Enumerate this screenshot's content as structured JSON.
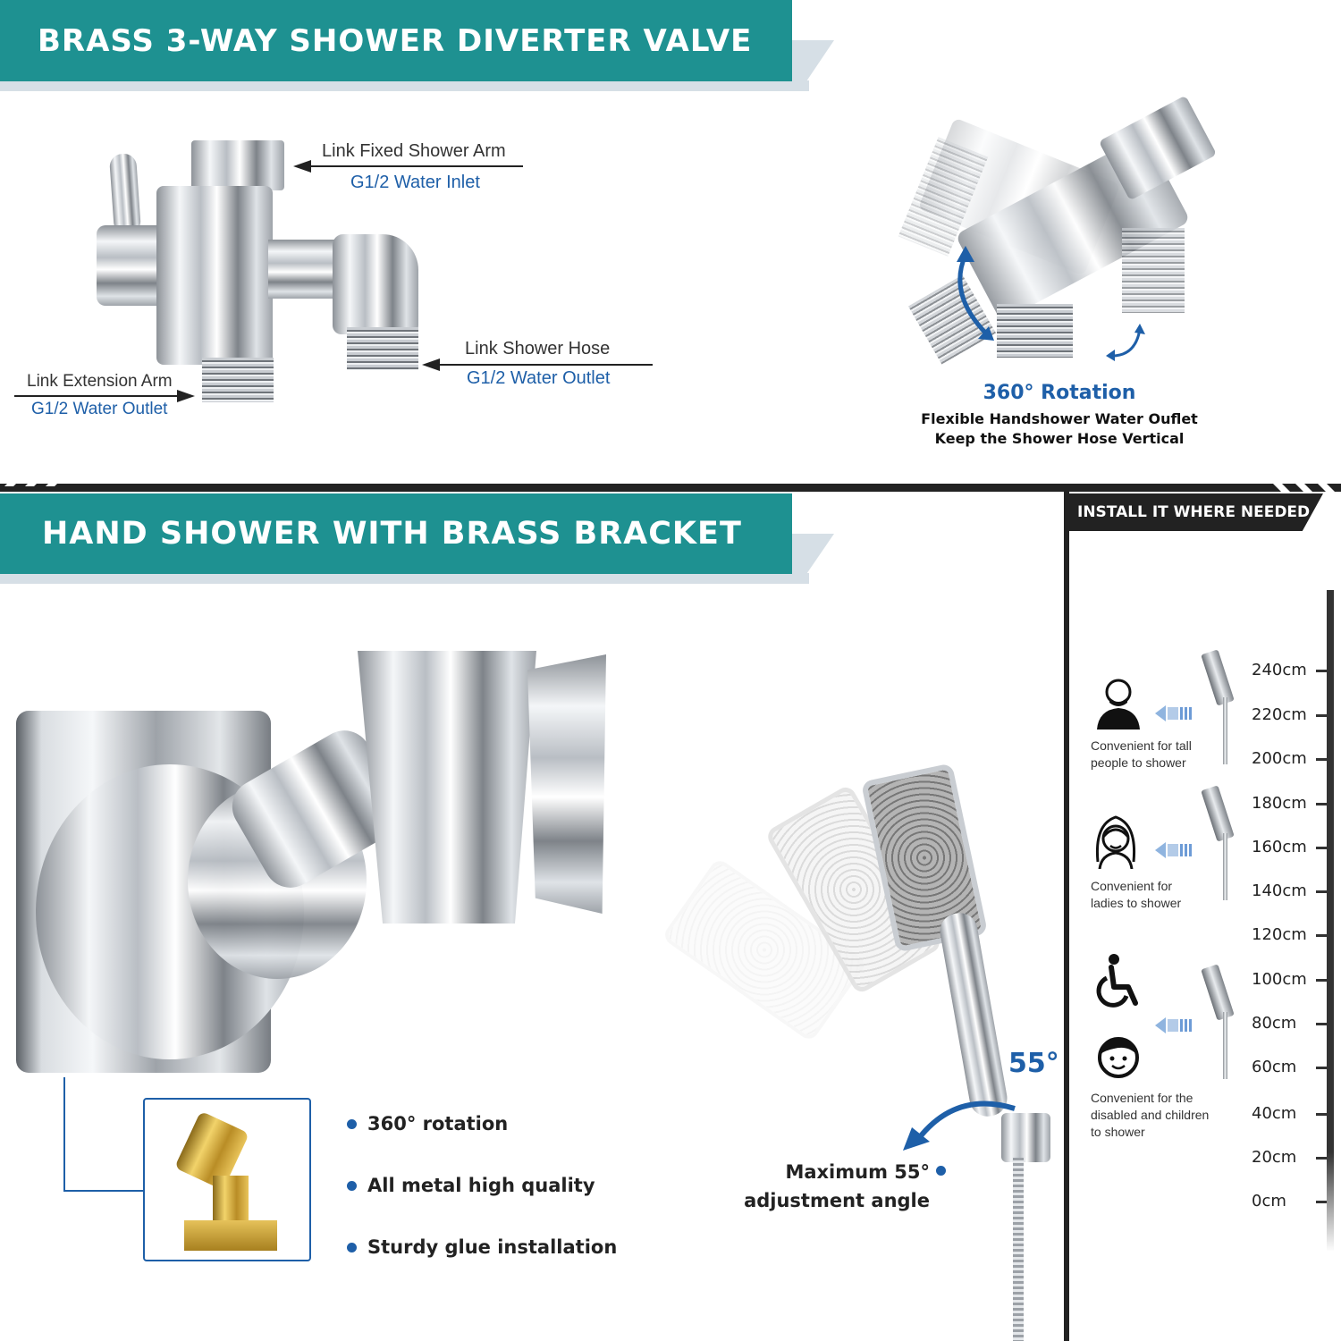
{
  "section1": {
    "title": "BRASS 3-WAY SHOWER DIVERTER VALVE",
    "annotations": {
      "inlet": {
        "label": "Link Fixed Shower Arm",
        "spec": "G1/2 Water Inlet"
      },
      "hose_outlet": {
        "label": "Link Shower Hose",
        "spec": "G1/2 Water Outlet"
      },
      "extension_outlet": {
        "label": "Link Extension Arm",
        "spec": "G1/2 Water Outlet"
      }
    },
    "rotation": {
      "title": "360° Rotation",
      "line1": "Flexible Handshower Water Ouflet",
      "line2": "Keep the Shower Hose Vertical"
    }
  },
  "section2": {
    "title": "HAND SHOWER WITH BRASS BRACKET",
    "features": [
      "360° rotation",
      "All metal high quality",
      "Sturdy glue installation"
    ],
    "angle": {
      "value": "55°",
      "caption_line1": "Maximum 55°",
      "caption_line2": "adjustment angle"
    }
  },
  "install": {
    "title": "INSTALL IT WHERE NEEDED",
    "groups": [
      {
        "icon": "tall-person-icon",
        "caption_lines": [
          "Convenient for tall",
          "people to shower"
        ]
      },
      {
        "icon": "woman-icon",
        "caption_lines": [
          "Convenient for",
          "ladies to shower"
        ]
      },
      {
        "icon": "wheelchair-icon",
        "icon2": "child-icon",
        "caption_lines": [
          "Convenient for the",
          "disabled and children",
          "to shower"
        ]
      }
    ],
    "scale": [
      "240cm",
      "220cm",
      "200cm",
      "180cm",
      "160cm",
      "140cm",
      "120cm",
      "100cm",
      "80cm",
      "60cm",
      "40cm",
      "20cm",
      "0cm"
    ]
  },
  "colors": {
    "banner_teal": "#1e9191",
    "accent_blue": "#1e5fa8",
    "dark_bar": "#222222",
    "brass": "#c9a63a"
  }
}
